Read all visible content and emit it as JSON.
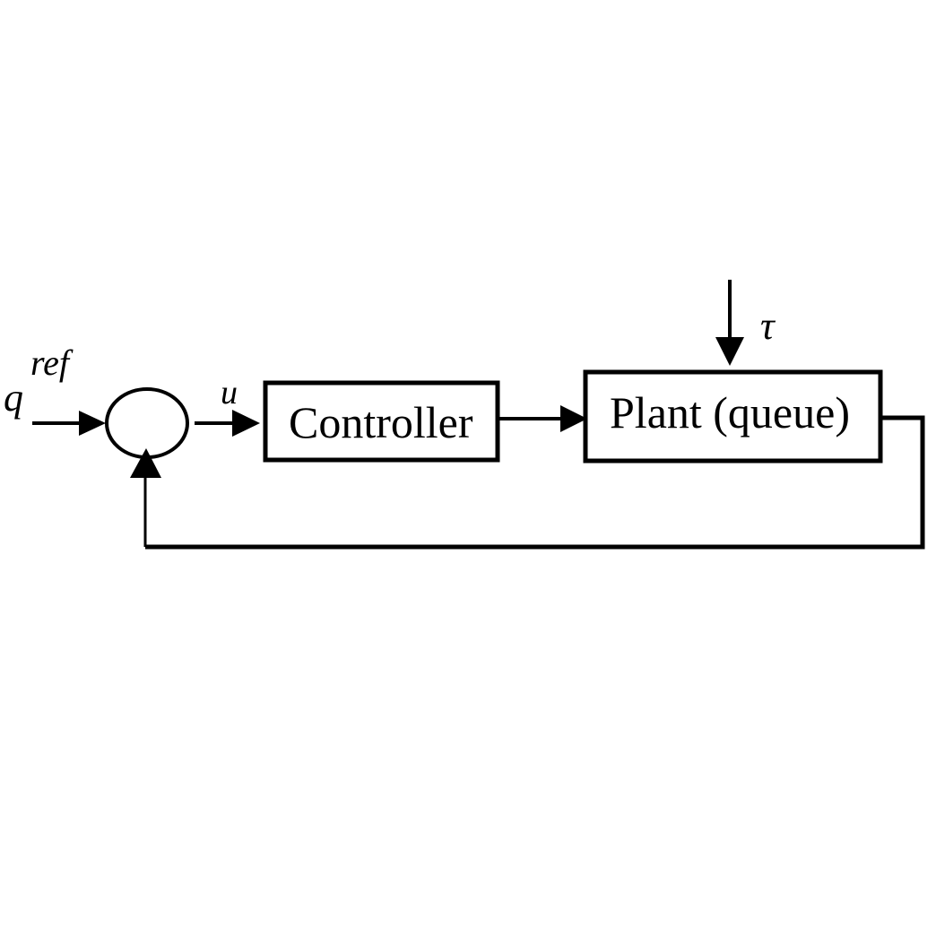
{
  "diagram": {
    "type": "feedback-control-block-diagram",
    "signals": {
      "reference": {
        "base": "q",
        "superscript": "ref"
      },
      "control": "u",
      "disturbance": "τ"
    },
    "blocks": {
      "summing_junction": {
        "label": ""
      },
      "controller": {
        "label": "Controller"
      },
      "plant": {
        "label": "Plant (queue)"
      }
    },
    "colors": {
      "stroke": "#000000",
      "background": "#ffffff"
    }
  }
}
